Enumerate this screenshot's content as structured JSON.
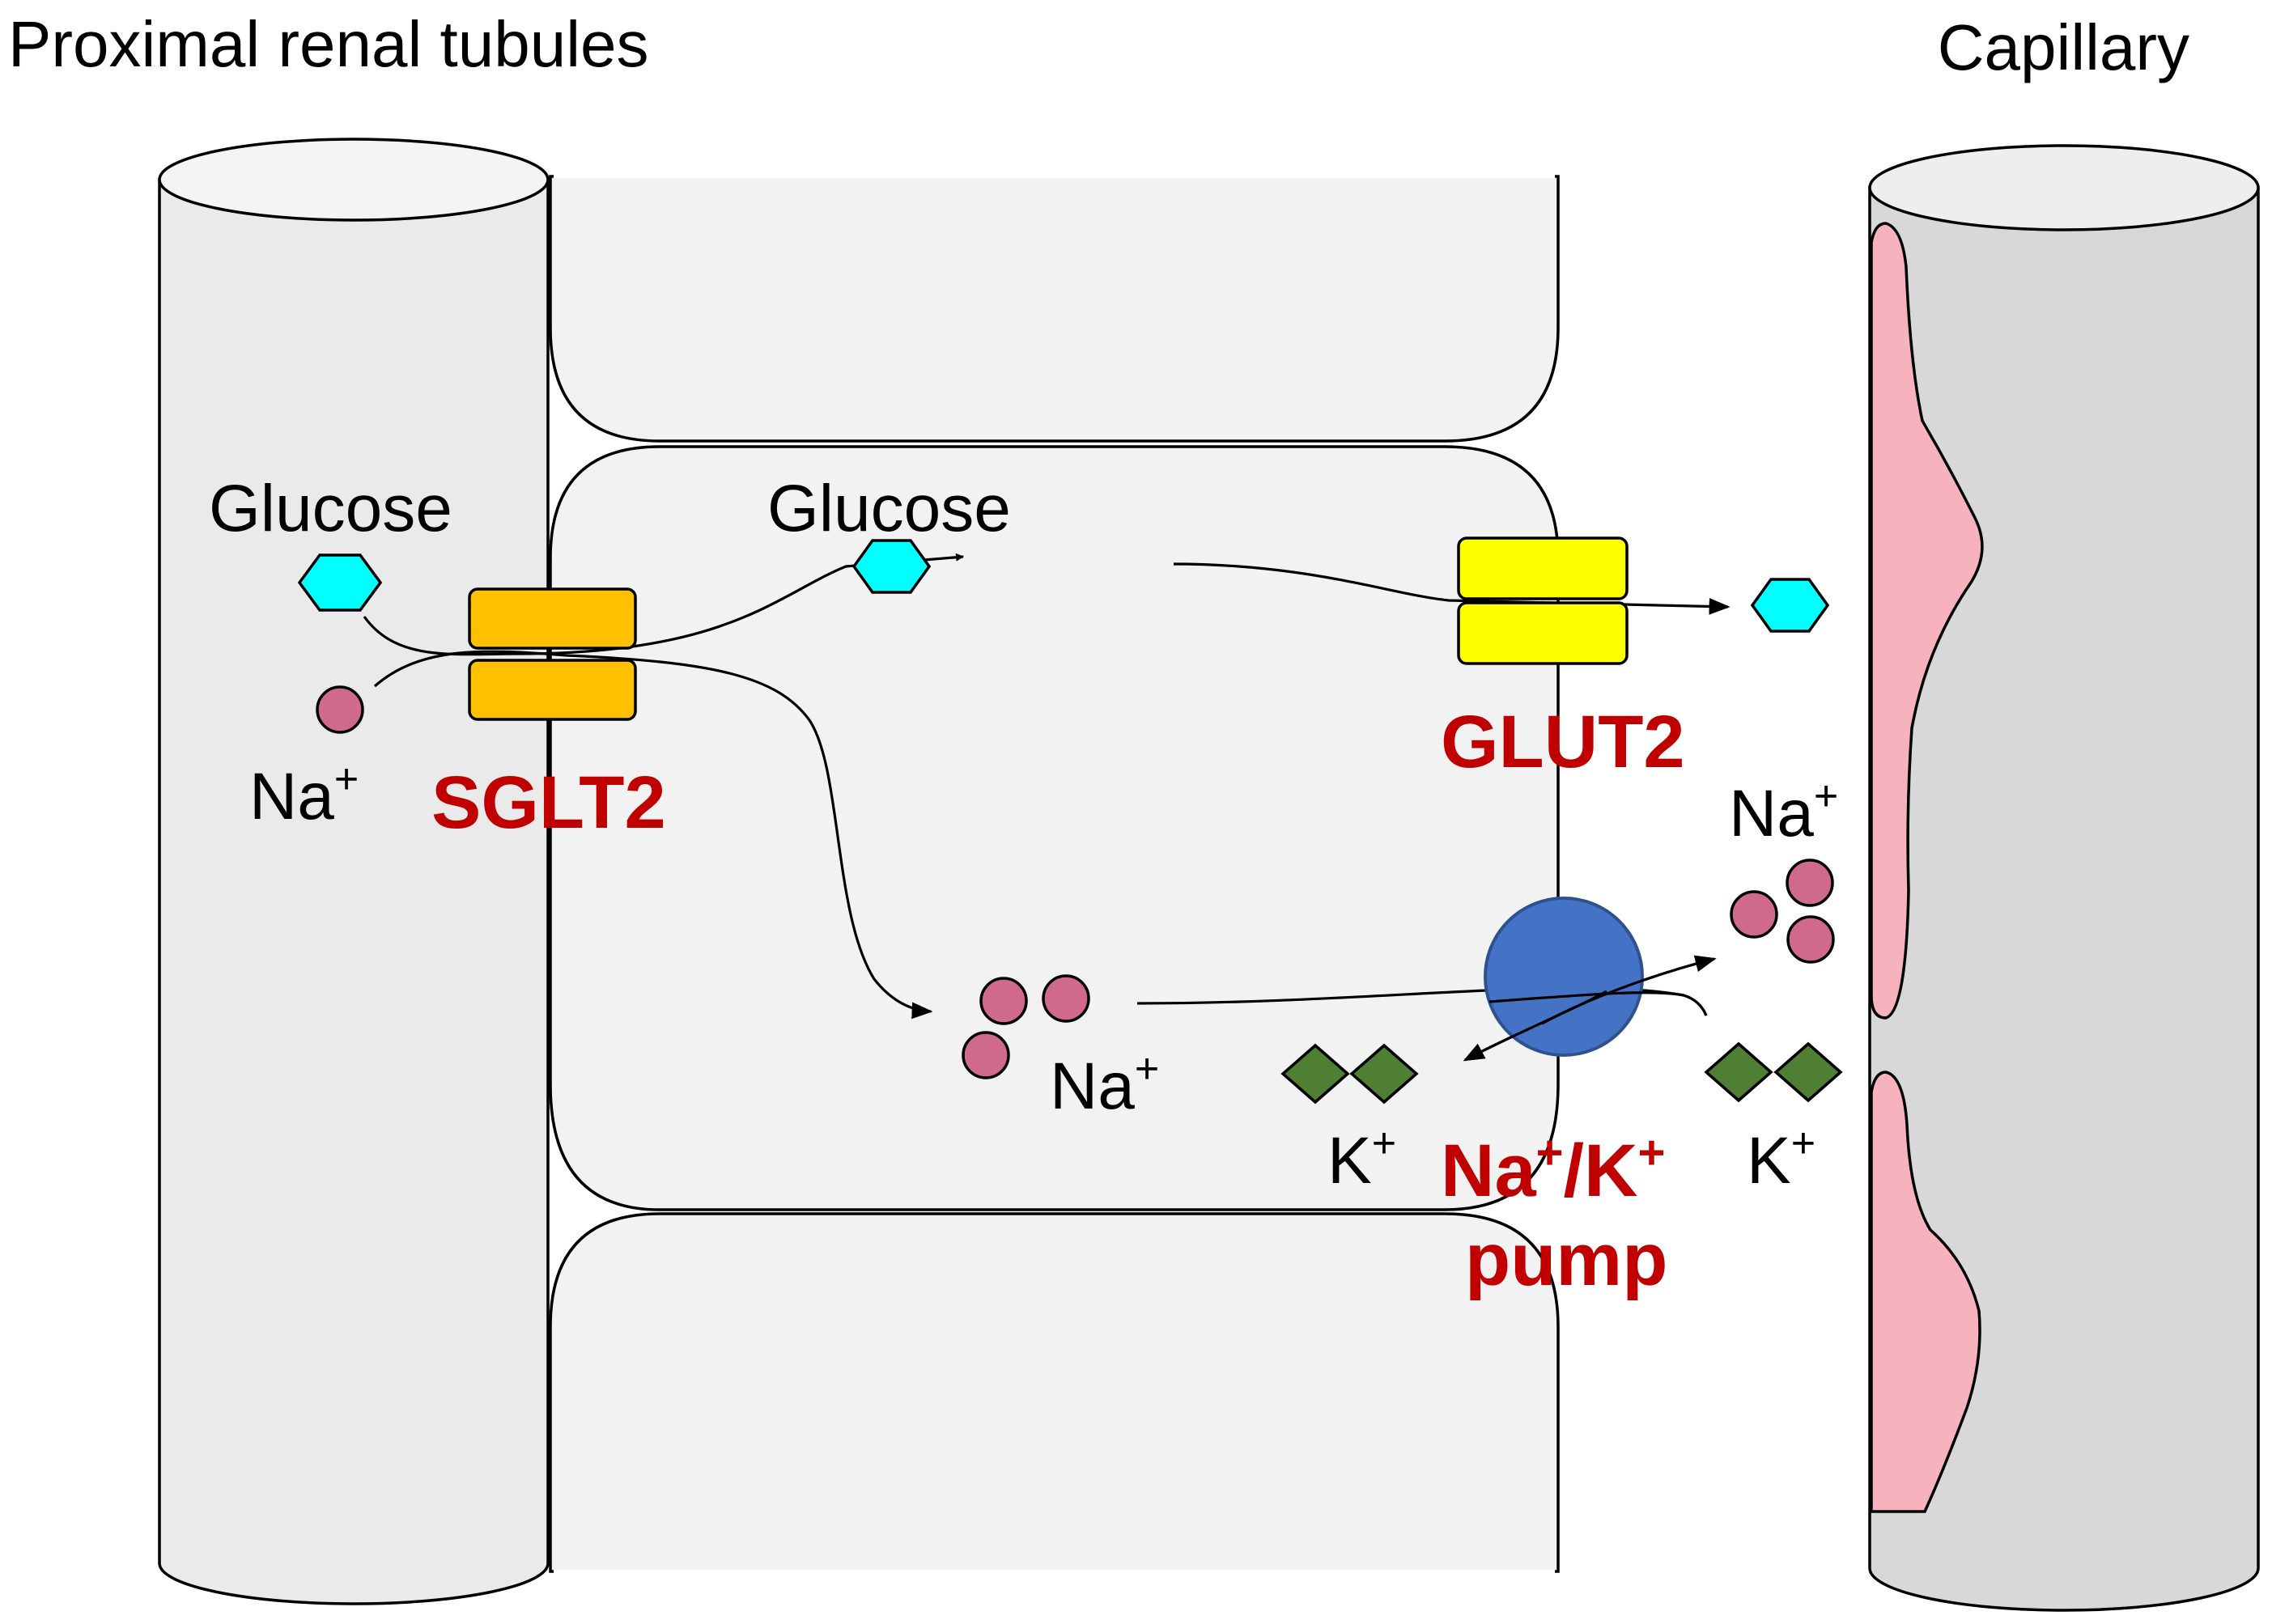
{
  "headers": {
    "left": "Proximal renal tubules",
    "right": "Capillary"
  },
  "labels": {
    "glucose_lumen": "Glucose",
    "glucose_cell": "Glucose",
    "na_lumen": "Na",
    "na_cell": "Na",
    "na_interstitial": "Na",
    "k_cell": "K",
    "k_interstitial": "K",
    "plus": "+"
  },
  "transporters": {
    "sglt2": "SGLT2",
    "glut2": "GLUT2",
    "pump_line1_a": "Na",
    "pump_line1_sep": "/K",
    "pump_line2": "pump"
  },
  "colors": {
    "glucose": "#00ffff",
    "sodium": "#d06a8c",
    "potassium": "#4f7f33",
    "sglt2": "#ffc000",
    "glut2": "#ffff00",
    "pump": "#4472c4",
    "tubule": "#eaeaea",
    "cell": "#f2f2f2",
    "capillary": "#d8d8d8",
    "blood_cell": "#f7b3bd",
    "label_red": "#c00000"
  }
}
